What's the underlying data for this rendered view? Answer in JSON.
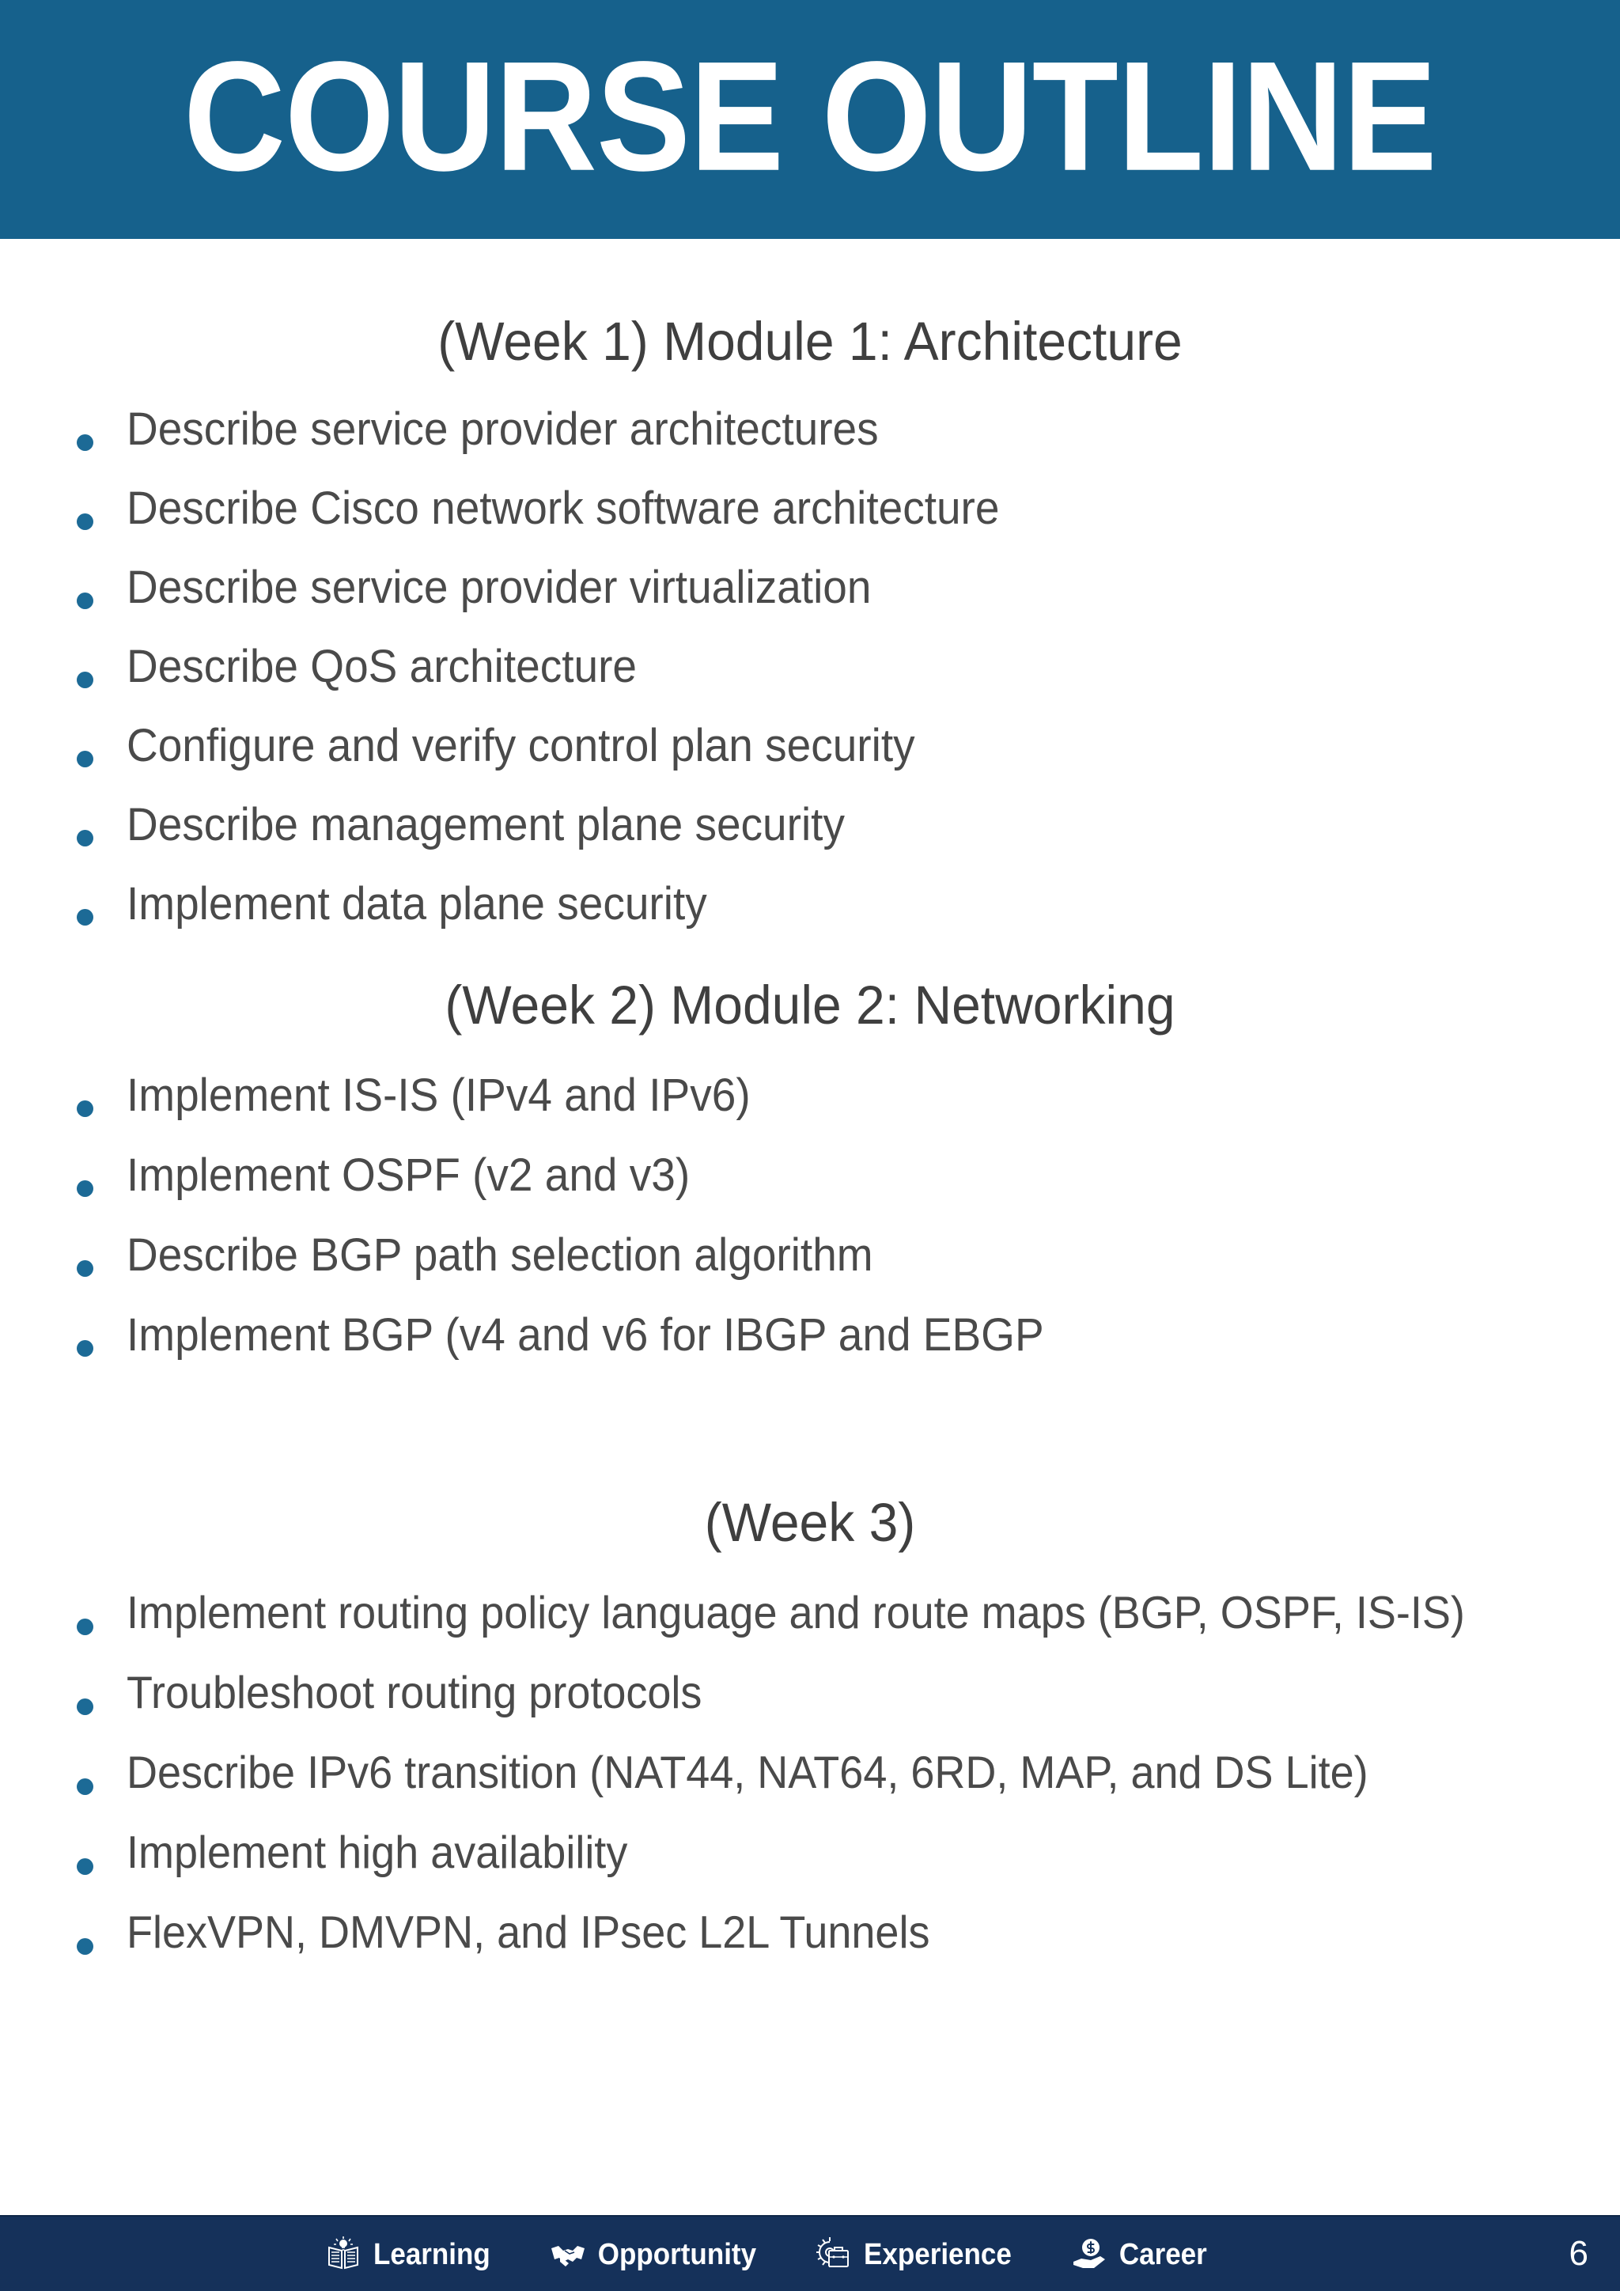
{
  "header": {
    "title": "COURSE OUTLINE",
    "background_color": "#16618C"
  },
  "theme": {
    "accent_blue": "#16618C",
    "bullet_blue": "#1C6A96",
    "text_gray": "#4A4A4A",
    "heading_gray": "#3F3F3F",
    "footer_navy": "#15315A"
  },
  "sections": [
    {
      "heading": "(Week 1) Module 1: Architecture",
      "items": [
        "Describe service provider architectures",
        "Describe Cisco network software architecture",
        "Describe service provider virtualization",
        "Describe QoS architecture",
        "Configure and verify control plan security",
        "Describe management plane security",
        "Implement data plane security"
      ]
    },
    {
      "heading": "(Week 2) Module 2: Networking",
      "items": [
        "Implement IS-IS (IPv4 and IPv6)",
        "Implement OSPF (v2 and v3)",
        "Describe BGP path selection algorithm",
        "Implement BGP (v4 and v6 for IBGP and EBGP"
      ]
    },
    {
      "heading": "(Week 3)",
      "items": [
        "Implement routing policy language and route maps (BGP, OSPF, IS-IS)",
        "Troubleshoot routing protocols",
        "Describe IPv6 transition (NAT44, NAT64, 6RD, MAP, and DS Lite)",
        "Implement high availability",
        "FlexVPN, DMVPN, and IPsec L2L Tunnels"
      ]
    }
  ],
  "footer": {
    "items": [
      {
        "label": "Learning",
        "icon": "book-lightbulb-icon"
      },
      {
        "label": "Opportunity",
        "icon": "handshake-icon"
      },
      {
        "label": "Experience",
        "icon": "gear-briefcase-icon"
      },
      {
        "label": "Career",
        "icon": "hand-coin-icon"
      }
    ],
    "page_number": "6"
  }
}
